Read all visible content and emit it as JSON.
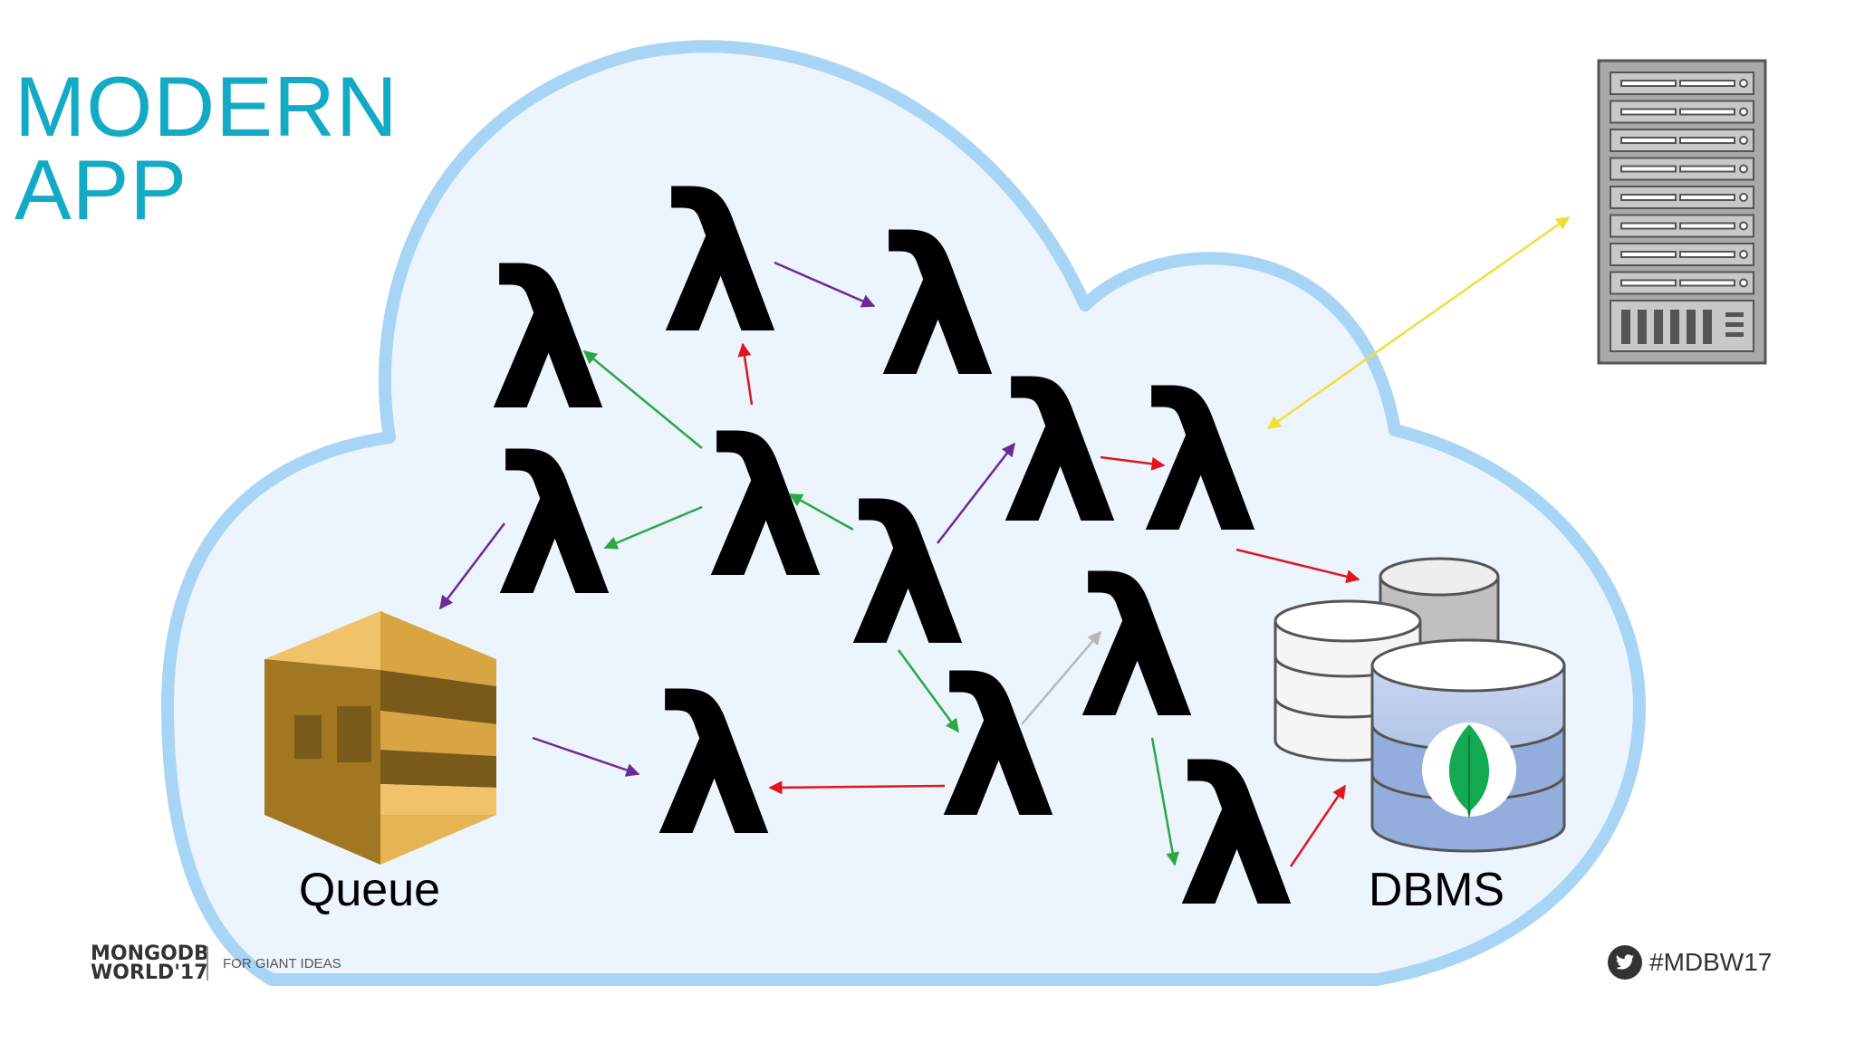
{
  "title": {
    "line1": "MODERN",
    "line2": "APP"
  },
  "lambda_symbol": "λ",
  "nodes": {
    "queue_label": "Queue",
    "dbms_label": "DBMS"
  },
  "footer": {
    "logo_line1": "MONGODB",
    "logo_line2": "WORLD'17",
    "tagline": "FOR GIANT IDEAS",
    "hashtag": "#MDBW17"
  },
  "icons": [
    "cloud-shape",
    "server-rack-icon",
    "queue-icon",
    "database-icon",
    "mongodb-leaf-icon",
    "twitter-icon"
  ],
  "colors": {
    "title": "#13aac6",
    "cloud_fill": "#ecf4fd",
    "cloud_stroke": "#a8d4f5",
    "arrow_purple": "#6a2a9a",
    "arrow_green": "#2aa843",
    "arrow_red": "#e0161f",
    "arrow_yellow": "#f2de3a",
    "arrow_gray": "#b8b8b8",
    "queue_gold": "#d9a542",
    "db_blue": "#93aedc",
    "mongodb_green": "#13aa52"
  }
}
